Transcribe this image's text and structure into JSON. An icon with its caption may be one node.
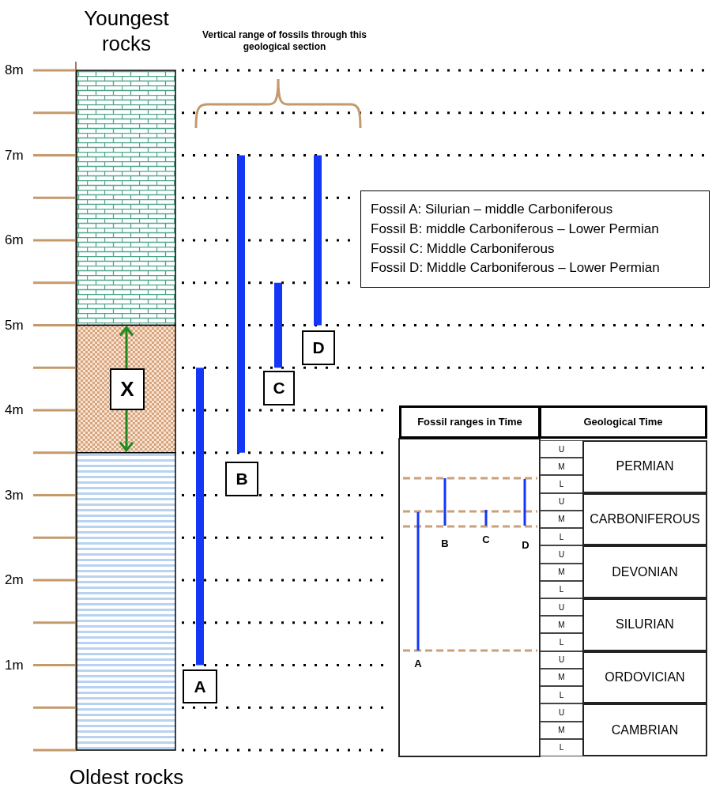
{
  "diagram": {
    "nodes": [
      {
        "text": [
          "Fossil A: Silurian – middle Carboniferous",
          "Fossil B: middle Carboniferous – Lower Permian",
          "Fossil C: Middle Carboniferous",
          "Fossil D: Middle Carboniferous – Lower Permian"
        ]
      },
      {
        "text": [
          "D"
        ]
      },
      {
        "text": [
          "X"
        ]
      },
      {
        "text": [
          "C"
        ]
      },
      {
        "text": [
          "B"
        ]
      },
      {
        "text": [
          "A"
        ]
      }
    ],
    "labels": [
      "Youngest rocks",
      "Vertical range of fossils through this geological section",
      "8m",
      "7m",
      "6m",
      "5m",
      "4m",
      "3m",
      "2m",
      "1m",
      "Oldest rocks",
      "Fossil ranges in Time",
      "Geological Time",
      "U",
      "M",
      "L",
      "PERMIAN",
      "U",
      "M",
      "L",
      "CARBONIFEROUS",
      "U",
      "M",
      "L",
      "DEVONIAN",
      "U",
      "M",
      "L",
      "SILURIAN",
      "U",
      "M",
      "L",
      "ORDOVICIAN",
      "U",
      "M",
      "L",
      "CAMBRIAN",
      "B",
      "C",
      "D",
      "A"
    ]
  }
}
